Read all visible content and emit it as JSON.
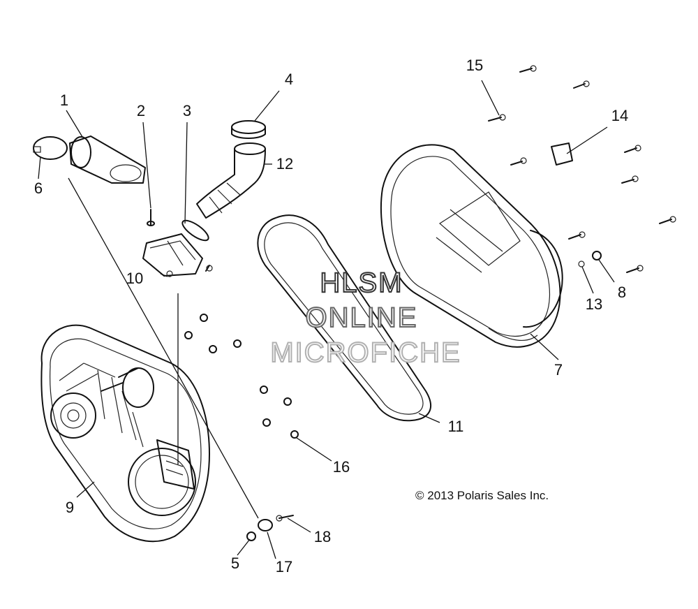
{
  "callouts": [
    "1",
    "2",
    "3",
    "4",
    "5",
    "6",
    "7",
    "8",
    "9",
    "10",
    "11",
    "12",
    "13",
    "14",
    "15",
    "16",
    "17",
    "18"
  ],
  "watermark": {
    "line1": "HLSM",
    "line2": "ONLINE",
    "line3": "MICROFICHE",
    "colors": [
      "#333333",
      "#666666",
      "#b0b0b0"
    ]
  },
  "copyright": "© 2013 Polaris Sales Inc."
}
